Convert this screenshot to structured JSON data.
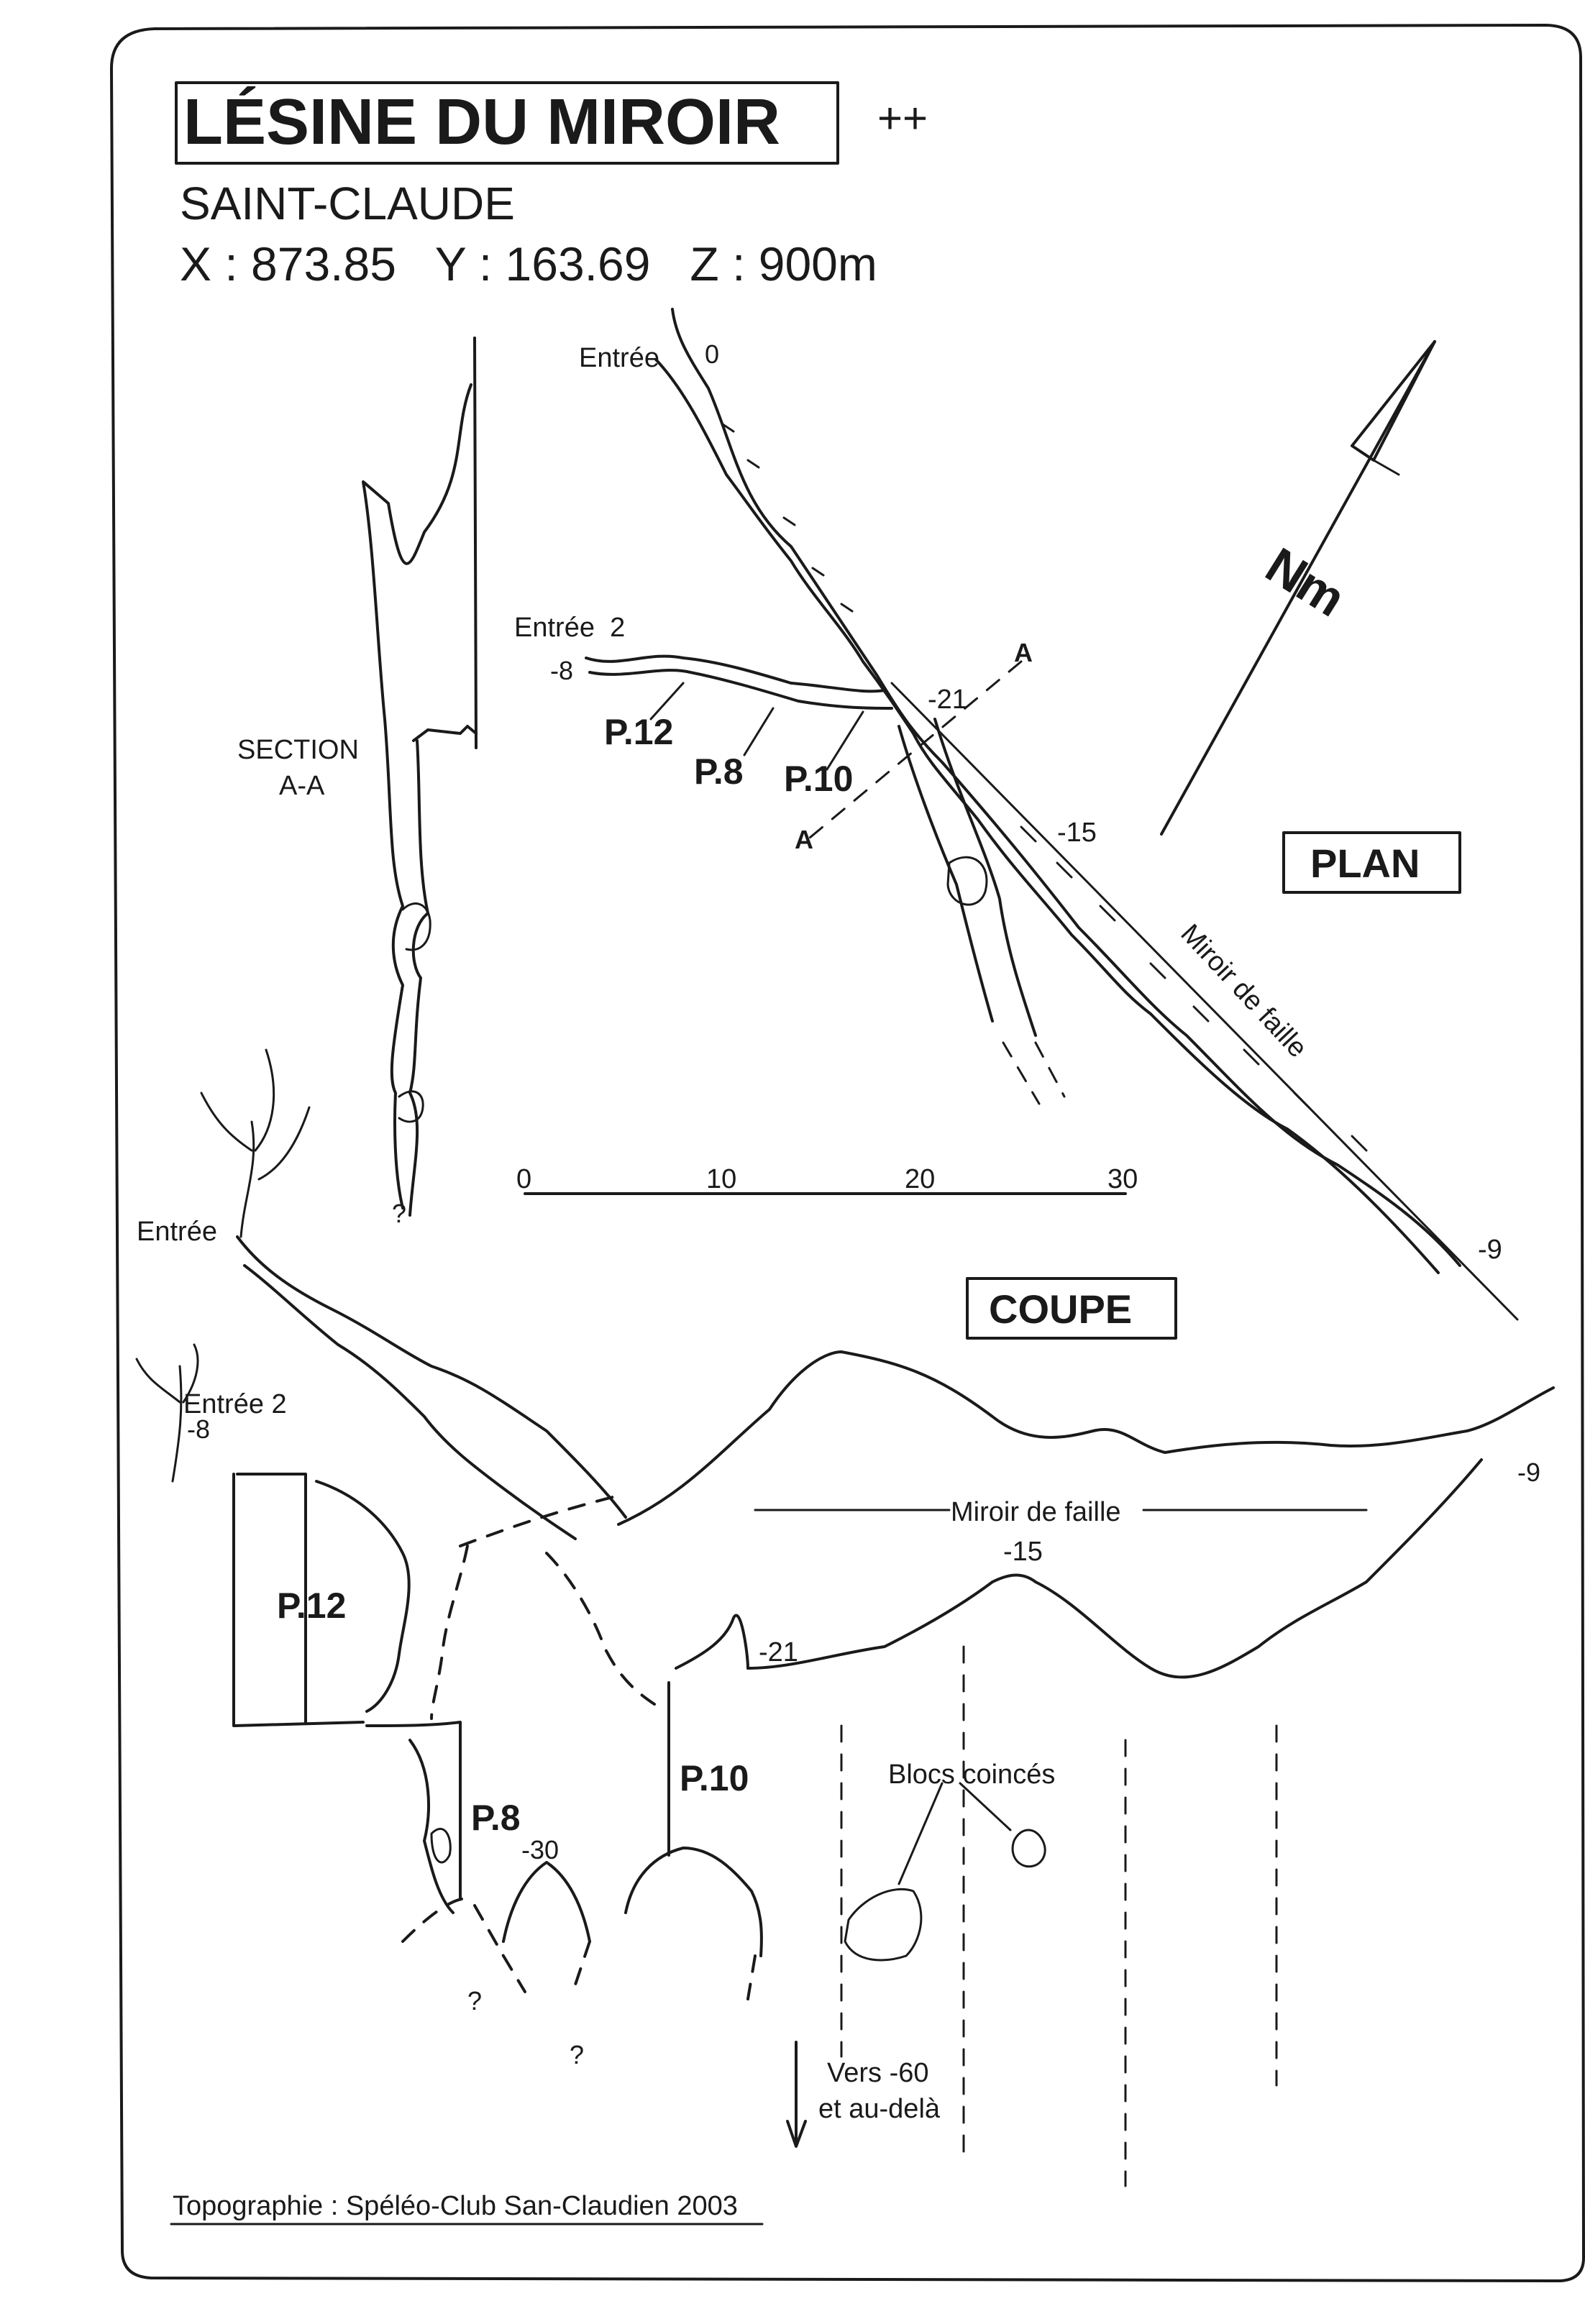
{
  "header": {
    "title": "LÉSINE DU MIROIR",
    "rating": "++",
    "commune": "SAINT-CLAUDE",
    "coordinates": "X : 873.85   Y : 163.69   Z : 900m"
  },
  "plan": {
    "box_label": "PLAN",
    "north_label": "Nm",
    "entrance_label": "Entrée",
    "entrance_depth": "0",
    "entrance2_label": "Entrée  2",
    "entrance2_depth": "-8",
    "shaft_p12": "P.12",
    "shaft_p8": "P.8",
    "shaft_p10": "P.10",
    "depth_21": "-21",
    "depth_15": "-15",
    "depth_9": "-9",
    "section_mark_top": "A",
    "section_mark_bottom": "A",
    "fault_label": "Miroir de faille"
  },
  "section": {
    "label_line1": "SECTION",
    "label_line2": "A-A",
    "unknown_mark": "?"
  },
  "scale": {
    "ticks": [
      "0",
      "10",
      "20",
      "30"
    ]
  },
  "coupe": {
    "box_label": "COUPE",
    "entrance_label": "Entrée",
    "entrance2_label": "Entrée 2",
    "entrance2_depth": "-8",
    "depth_9": "-9",
    "fault_label": "Miroir de faille",
    "depth_15": "-15",
    "depth_21": "-21",
    "shaft_p12": "P.12",
    "shaft_p8": "P.8",
    "depth_30": "-30",
    "shaft_p10": "P.10",
    "blocks_label": "Blocs coincés",
    "unknown_1": "?",
    "unknown_2": "?",
    "continuation_line1": "Vers -60",
    "continuation_line2": "et au-delà"
  },
  "footer": {
    "credit": "Topographie : Spéléo-Club San-Claudien 2003"
  }
}
